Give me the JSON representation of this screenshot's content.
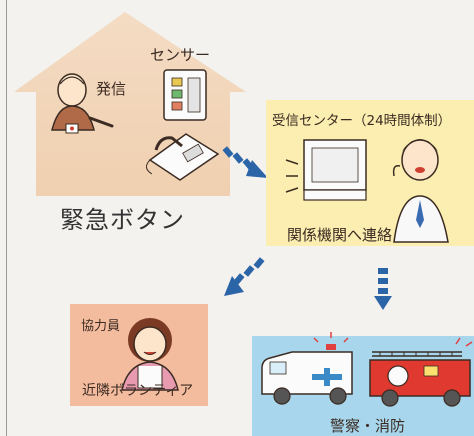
{
  "labels": {
    "sensor": "センサー",
    "hasshin": "発信",
    "emergency_button": "緊急ボタン",
    "receiving_center": "受信センター（24時間体制）",
    "contact_agencies": "関係機関へ連絡",
    "helper": "協力員",
    "neighbor_volunteer": "近隣ボランティア",
    "police_fire": "警察・消防"
  },
  "colors": {
    "house": "#f0d0b0",
    "center_box": "#fbeeb0",
    "helper_box": "#f4bc9e",
    "emergency_box": "#a8d6ec",
    "arrow": "#2c64a8"
  }
}
